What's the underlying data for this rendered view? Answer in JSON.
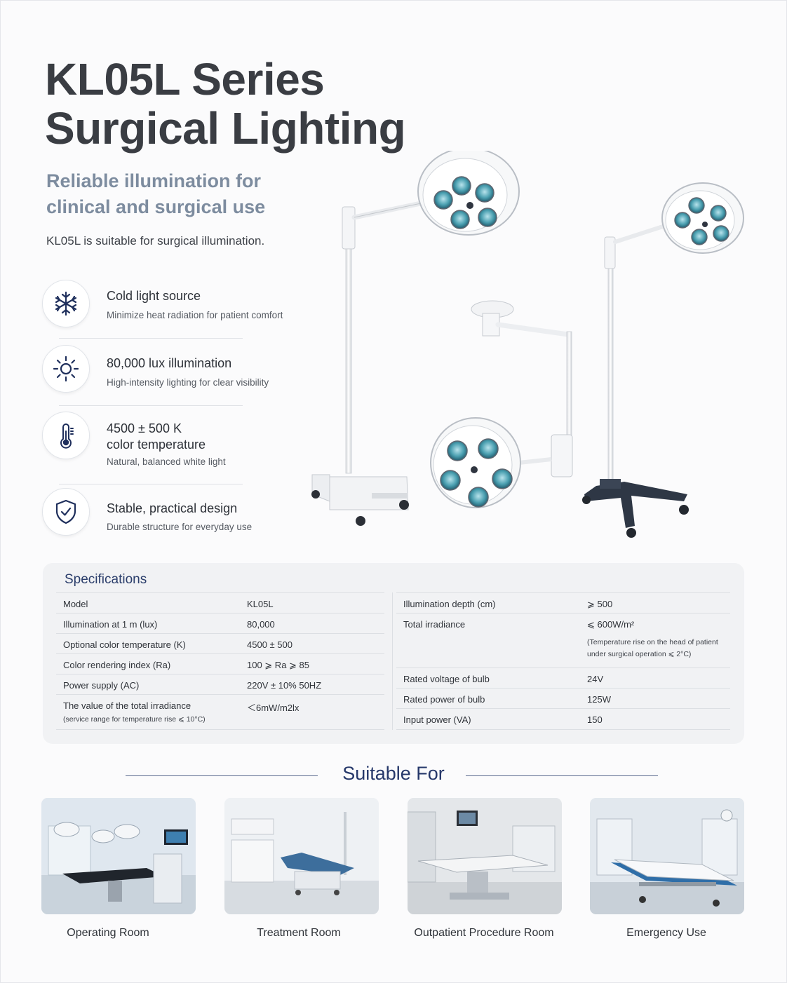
{
  "header": {
    "title_line1": "KL05L Series",
    "title_line2": "Surgical Lighting",
    "subtitle_line1": "Reliable illumination for",
    "subtitle_line2": "clinical and surgical use",
    "lead": "KL05L is suitable for surgical illumination."
  },
  "features": [
    {
      "icon": "snowflake-icon",
      "title": "Cold light source",
      "desc": "Minimize heat radiation for patient comfort"
    },
    {
      "icon": "sun-icon",
      "title": "80,000 lux illumination",
      "desc": "High-intensity lighting for clear visibility"
    },
    {
      "icon": "thermometer-icon",
      "title_line1": "4500 ± 500 K",
      "title_line2": "color temperature",
      "desc": "Natural, balanced white light"
    },
    {
      "icon": "shield-check-icon",
      "title": "Stable, practical design",
      "desc": "Durable structure for everyday use"
    }
  ],
  "specs": {
    "title": "Specifications",
    "left": [
      {
        "key": "Model",
        "value": "KL05L"
      },
      {
        "key": "Illumination at 1 m (lux)",
        "value": "80,000"
      },
      {
        "key": "Optional color temperature (K)",
        "value": "4500 ± 500"
      },
      {
        "key": "Color rendering index (Ra)",
        "value": "100 ⩾ Ra ⩾ 85"
      },
      {
        "key": "Power supply (AC)",
        "value": "220V ± 10% 50HZ"
      },
      {
        "key": "The value of the total irradiance",
        "key_note": "(service range for temperature rise ⩽ 10°C)",
        "value": "＜6mW/m2lx"
      }
    ],
    "right": [
      {
        "key": "Illumination depth (cm)",
        "value": "⩾ 500"
      },
      {
        "key": "Total irradiance",
        "value": "⩽ 600W/m²",
        "value_note1": "(Temperature rise on the head of patient",
        "value_note2": "under surgical operation ⩽ 2°C)"
      },
      {
        "key": "Rated voltage of bulb",
        "value": "24V"
      },
      {
        "key": "Rated power of bulb",
        "value": "125W"
      },
      {
        "key": "Input power (VA)",
        "value": "150"
      }
    ]
  },
  "suitable": {
    "title": "Suitable For",
    "items": [
      {
        "label": "Operating Room"
      },
      {
        "label": "Treatment Room"
      },
      {
        "label": "Outpatient Procedure Room"
      },
      {
        "label": "Emergency Use"
      }
    ]
  },
  "colors": {
    "title": "#3a3d43",
    "subtitle": "#7d8c9f",
    "navy": "#26386a",
    "lamp_teal": "#4a9fb0",
    "base_dark": "#2e3745"
  }
}
